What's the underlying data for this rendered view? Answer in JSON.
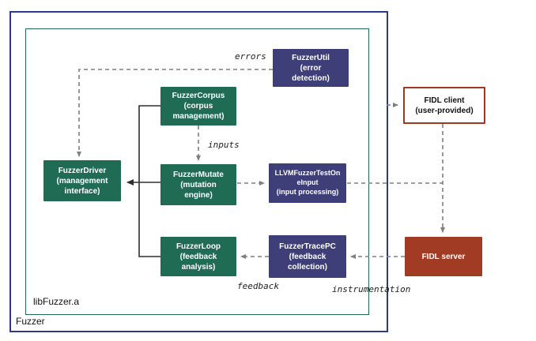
{
  "diagram": {
    "outer_label": "Fuzzer",
    "inner_label": "libFuzzer.a",
    "nodes": {
      "fuzzer_util": "FuzzerUtil\n(error\ndetection)",
      "fuzzer_corpus": "FuzzerCorpus\n(corpus\nmanagement)",
      "fuzzer_driver": "FuzzerDriver\n(management\ninterface)",
      "fuzzer_mutate": "FuzzerMutate\n(mutation\nengine)",
      "llvm_fuzzer_test_one_input": "LLVMFuzzerTestOn\neInput\n(input processing)",
      "fuzzer_loop": "FuzzerLoop\n(feedback\nanalysis)",
      "fuzzer_trace_pc": "FuzzerTracePC\n(feedback\ncollection)",
      "fidl_client": "FIDL client\n(user-provided)",
      "fidl_server": "FIDL server"
    },
    "edge_labels": {
      "errors": "errors",
      "inputs": "inputs",
      "feedback": "feedback",
      "instrumentation": "instrumentation"
    },
    "colors": {
      "green_node": "#1f6b54",
      "indigo_node": "#3e3e78",
      "red_node": "#a23b24",
      "red_outline": "#a33524",
      "outer_border": "#2d3a8c",
      "inner_border": "#1f6b54",
      "dashed_edge": "#7f7f7f",
      "solid_edge": "#2f2f2f"
    }
  }
}
